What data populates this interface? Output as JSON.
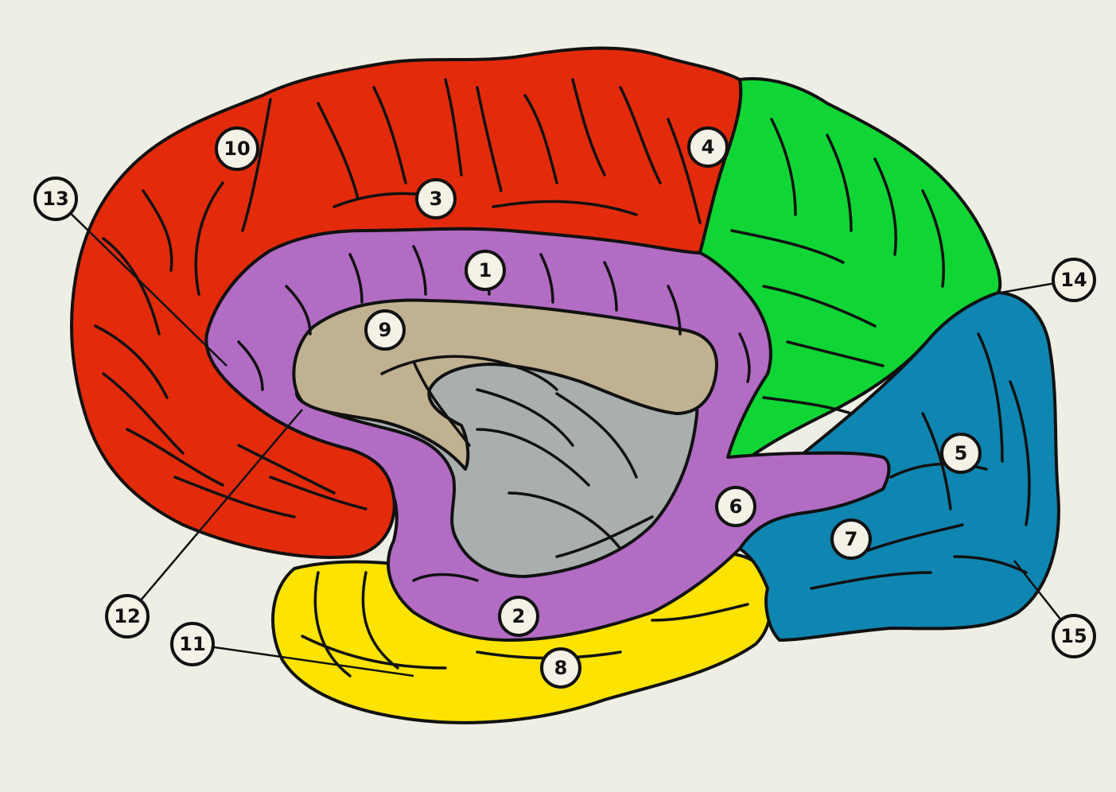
{
  "colors": {
    "background": "#eeeee4",
    "frontal": "#e32b0c",
    "parietal": "#0fd634",
    "occipital": "#0f86b1",
    "temporal": "#fde300",
    "limbic": "#b26cc4",
    "corpus_callosum": "#c0b191",
    "diencephalon": "#a9aeae",
    "outline": "#111111",
    "label_fill": "#f4f1e6"
  },
  "labels": {
    "l1": "1",
    "l2": "2",
    "l3": "3",
    "l4": "4",
    "l5": "5",
    "l6": "6",
    "l7": "7",
    "l8": "8",
    "l9": "9",
    "l10": "10",
    "l11": "11",
    "l12": "12",
    "l13": "13",
    "l14": "14",
    "l15": "15"
  }
}
